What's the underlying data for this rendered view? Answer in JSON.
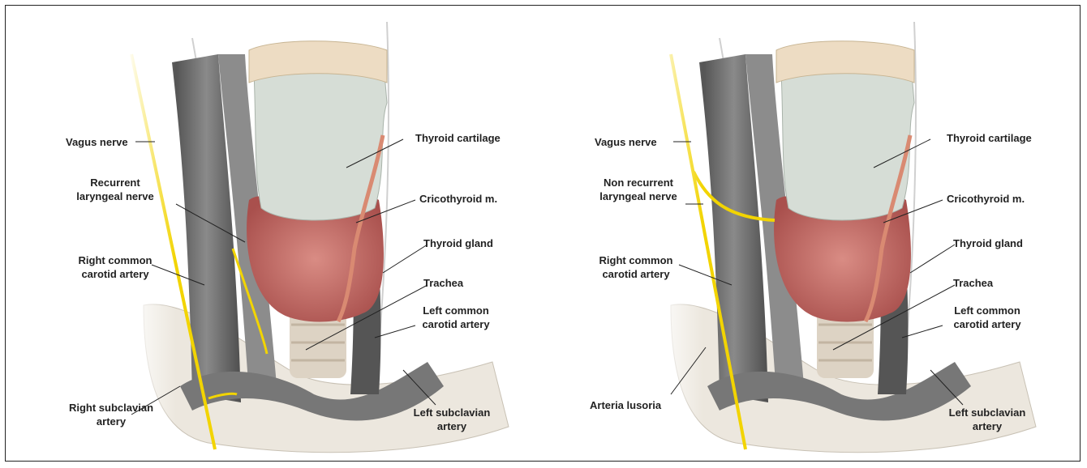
{
  "left_panel": {
    "labels": {
      "vagus_nerve": "Vagus nerve",
      "recurrent_laryngeal_nerve": "Recurrent laryngeal nerve",
      "right_common_carotid_artery": "Right common carotid artery",
      "right_subclavian_artery": "Right subclavian artery",
      "thyroid_cartilage": "Thyroid cartilage",
      "cricothyroid_m": "Cricothyroid m.",
      "thyroid_gland": "Thyroid gland",
      "trachea": "Trachea",
      "left_common_carotid_artery": "Left common carotid artery",
      "left_subclavian_artery": "Left subclavian artery"
    }
  },
  "right_panel": {
    "labels": {
      "vagus_nerve": "Vagus nerve",
      "non_recurrent_laryngeal_nerve": "Non recurrent laryngeal nerve",
      "right_common_carotid_artery": "Right common carotid artery",
      "arteria_lusoria": "Arteria lusoria",
      "thyroid_cartilage": "Thyroid cartilage",
      "cricothyroid_m": "Cricothyroid m.",
      "thyroid_gland": "Thyroid gland",
      "trachea": "Trachea",
      "left_common_carotid_artery": "Left common carotid artery",
      "left_subclavian_artery": "Left subclavian artery"
    }
  },
  "colors": {
    "nerve": "#f2d400",
    "vessel_gray": "#6e6e6e",
    "thyroid": "#c26a64",
    "cartilage": "#cfd8d0",
    "bone": "#e8e2d8",
    "artery_red": "#d98a72"
  }
}
